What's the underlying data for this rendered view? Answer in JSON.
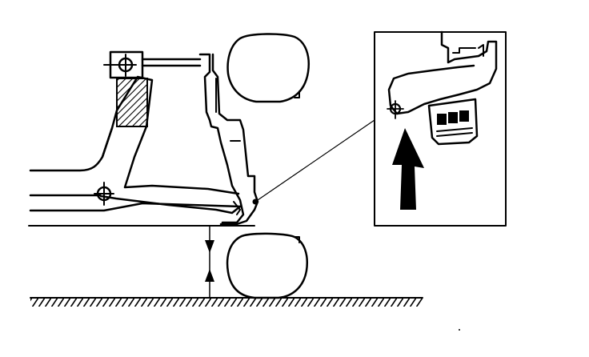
{
  "figure": {
    "background_color": "#ffffff",
    "ink_color": "#000000",
    "hatch_color": "#000000",
    "elements": [
      "suspension-arm",
      "upper-tire",
      "lower-tire",
      "ground-line",
      "hatched-block",
      "pivot-mount",
      "measurement-arrows",
      "detail-callout"
    ]
  }
}
